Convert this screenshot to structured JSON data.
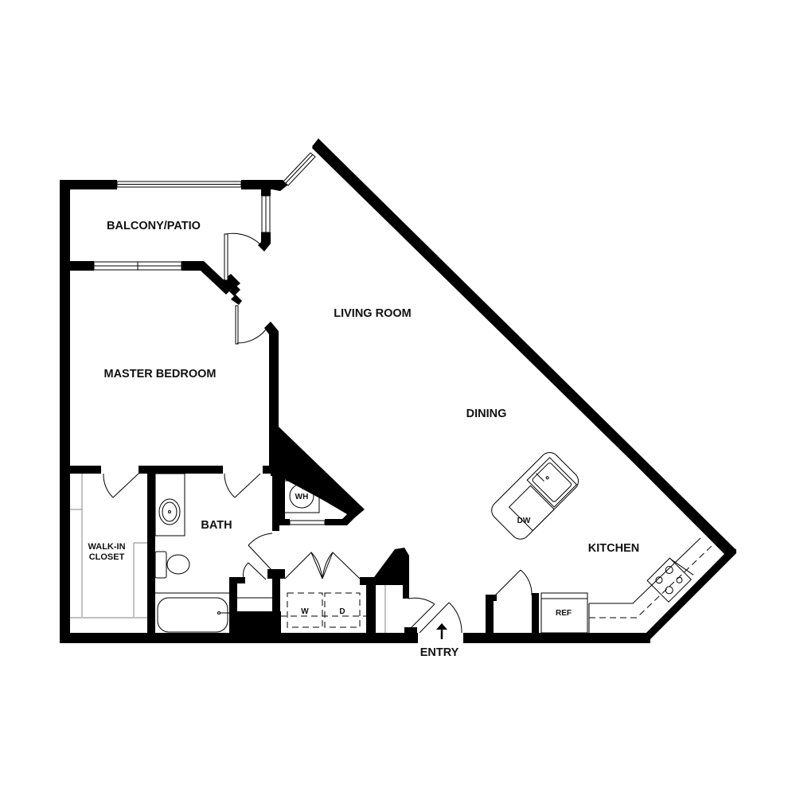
{
  "floor_plan": {
    "rooms": [
      {
        "id": "balcony",
        "label": "BALCONY/PATIO"
      },
      {
        "id": "living",
        "label": "LIVING ROOM"
      },
      {
        "id": "bedroom",
        "label": "MASTER BEDROOM"
      },
      {
        "id": "dining",
        "label": "DINING"
      },
      {
        "id": "bath",
        "label": "BATH"
      },
      {
        "id": "closet",
        "label_line1": "WALK-IN",
        "label_line2": "CLOSET"
      },
      {
        "id": "kitchen",
        "label": "KITCHEN"
      }
    ],
    "fixtures": {
      "water_heater": "WH",
      "washer": "W",
      "dryer": "D",
      "dishwasher": "DW",
      "refrigerator": "REF"
    },
    "entry": {
      "label": "ENTRY",
      "arrow": "↑"
    },
    "colors": {
      "wall": "#000000",
      "background": "#ffffff",
      "fixture_line": "#000000",
      "shelf_line": "#9a9a9a"
    }
  }
}
